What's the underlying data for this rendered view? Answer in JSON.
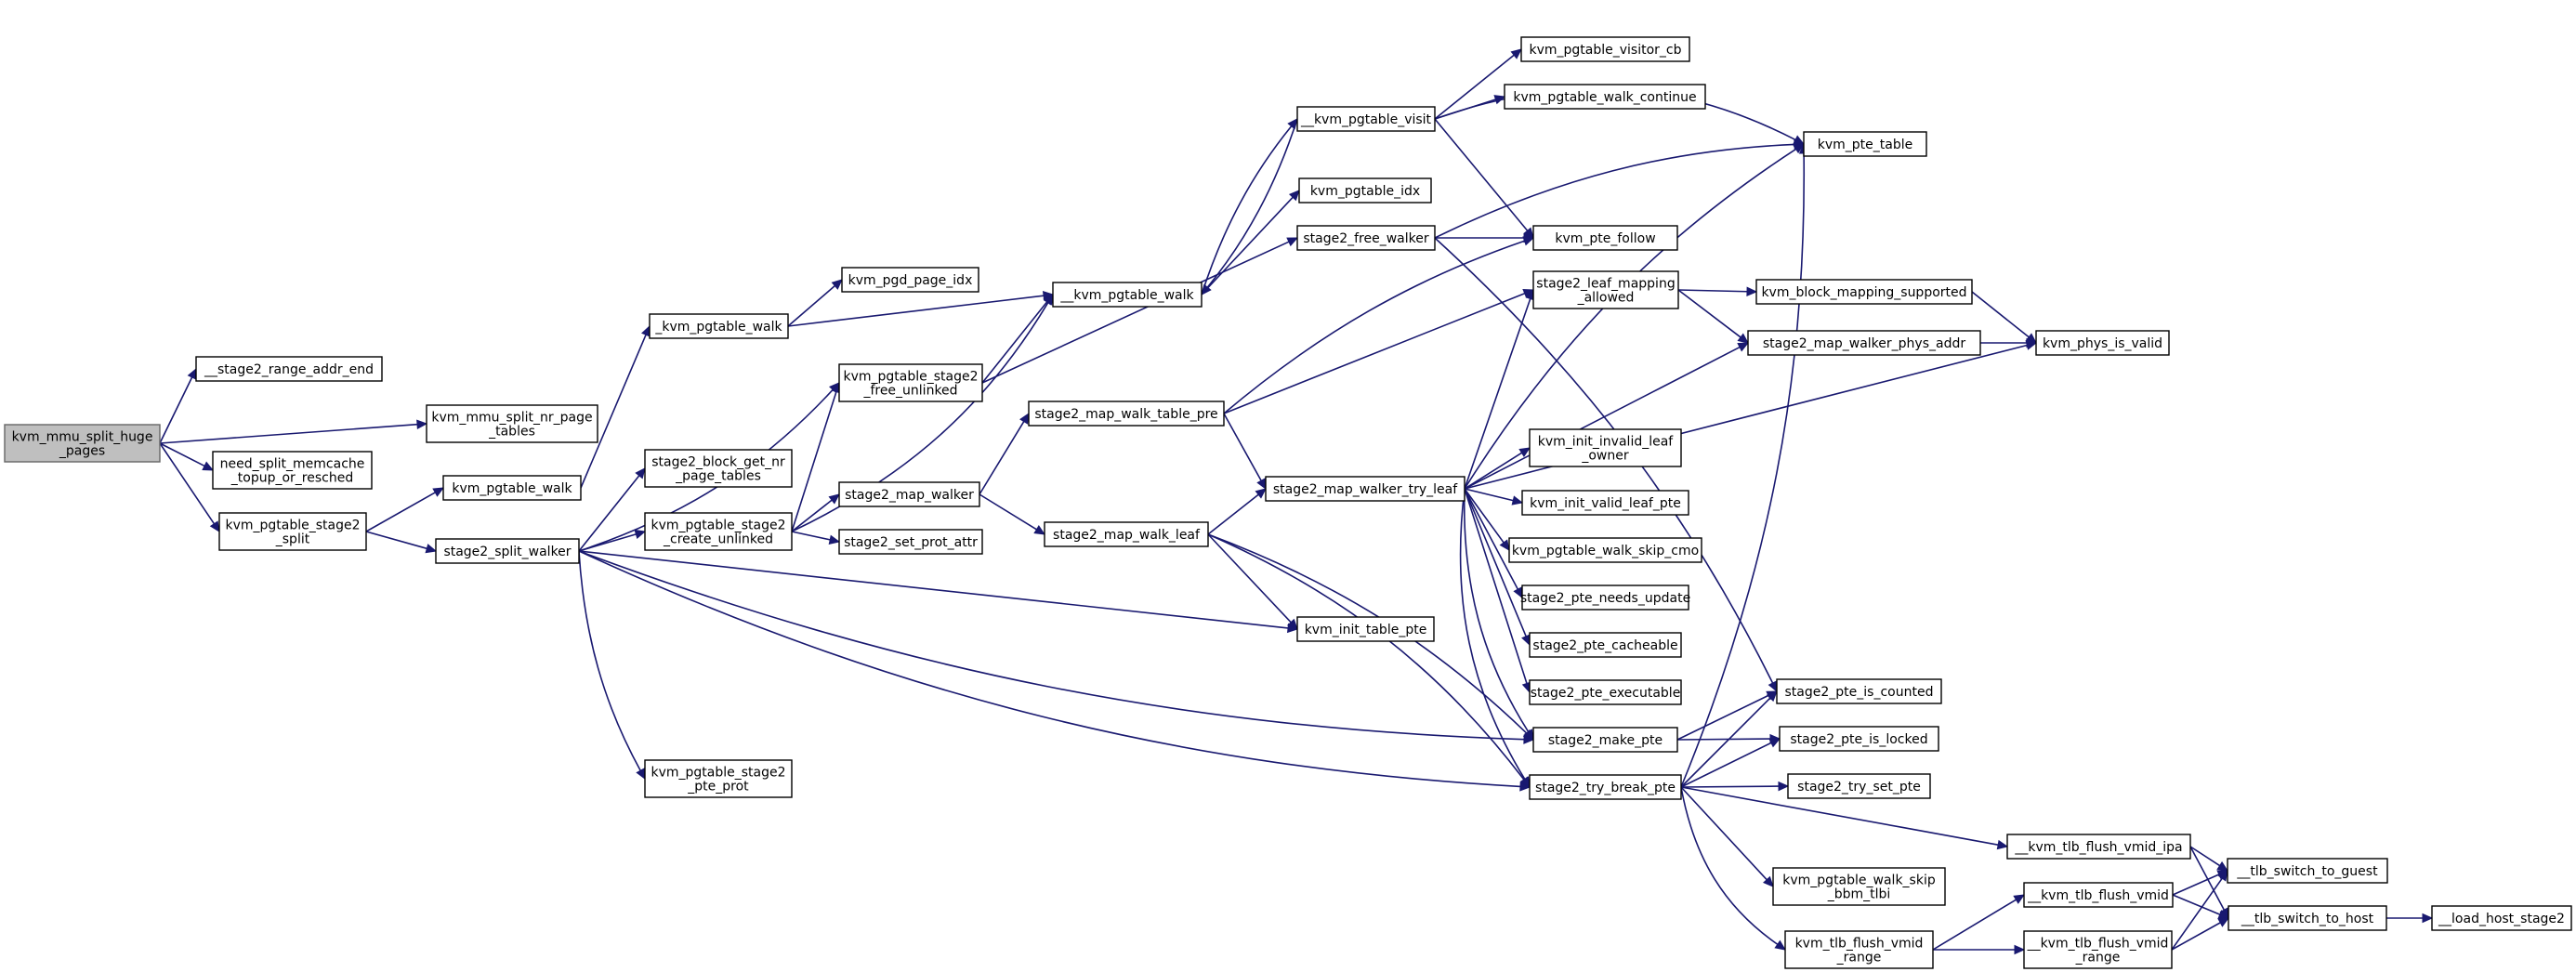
{
  "graph": {
    "edge_color": "#191970",
    "root_fill": "#bfbfbf",
    "nodes": [
      {
        "id": "root",
        "lines": [
          "kvm_mmu_split_huge",
          "_pages"
        ],
        "root": true
      },
      {
        "id": "stage2_range_addr_end",
        "lines": [
          "__stage2_range_addr_end"
        ]
      },
      {
        "id": "kvm_mmu_split_nr_page_tables",
        "lines": [
          "kvm_mmu_split_nr_page",
          "_tables"
        ]
      },
      {
        "id": "need_split_memcache",
        "lines": [
          "need_split_memcache",
          "_topup_or_resched"
        ]
      },
      {
        "id": "kvm_pgtable_stage2_split",
        "lines": [
          "kvm_pgtable_stage2",
          "_split"
        ]
      },
      {
        "id": "kvm_pgtable_walk",
        "lines": [
          "kvm_pgtable_walk"
        ]
      },
      {
        "id": "stage2_split_walker",
        "lines": [
          "stage2_split_walker"
        ]
      },
      {
        "id": "_kvm_pgtable_walk",
        "lines": [
          "_kvm_pgtable_walk"
        ]
      },
      {
        "id": "stage2_block_get_nr_page_tables",
        "lines": [
          "stage2_block_get_nr",
          "_page_tables"
        ]
      },
      {
        "id": "kvm_pgtable_stage2_create_unlinked",
        "lines": [
          "kvm_pgtable_stage2",
          "_create_unlinked"
        ]
      },
      {
        "id": "kvm_pgtable_stage2_pte_prot",
        "lines": [
          "kvm_pgtable_stage2",
          "_pte_prot"
        ]
      },
      {
        "id": "kvm_pgd_page_idx",
        "lines": [
          "kvm_pgd_page_idx"
        ]
      },
      {
        "id": "kvm_pgtable_stage2_free_unlinked",
        "lines": [
          "kvm_pgtable_stage2",
          "_free_unlinked"
        ]
      },
      {
        "id": "stage2_map_walker",
        "lines": [
          "stage2_map_walker"
        ]
      },
      {
        "id": "stage2_set_prot_attr",
        "lines": [
          "stage2_set_prot_attr"
        ]
      },
      {
        "id": "__kvm_pgtable_walk",
        "lines": [
          "__kvm_pgtable_walk"
        ]
      },
      {
        "id": "stage2_map_walk_table_pre",
        "lines": [
          "stage2_map_walk_table_pre"
        ]
      },
      {
        "id": "stage2_map_walk_leaf",
        "lines": [
          "stage2_map_walk_leaf"
        ]
      },
      {
        "id": "__kvm_pgtable_visit",
        "lines": [
          "__kvm_pgtable_visit"
        ]
      },
      {
        "id": "kvm_pgtable_idx",
        "lines": [
          "kvm_pgtable_idx"
        ]
      },
      {
        "id": "stage2_free_walker",
        "lines": [
          "stage2_free_walker"
        ]
      },
      {
        "id": "stage2_map_walker_try_leaf",
        "lines": [
          "stage2_map_walker_try_leaf"
        ]
      },
      {
        "id": "kvm_init_table_pte",
        "lines": [
          "kvm_init_table_pte"
        ]
      },
      {
        "id": "kvm_pgtable_visitor_cb",
        "lines": [
          "kvm_pgtable_visitor_cb"
        ]
      },
      {
        "id": "kvm_pgtable_walk_continue",
        "lines": [
          "kvm_pgtable_walk_continue"
        ]
      },
      {
        "id": "kvm_pte_table",
        "lines": [
          "kvm_pte_table"
        ]
      },
      {
        "id": "kvm_pte_follow",
        "lines": [
          "kvm_pte_follow"
        ]
      },
      {
        "id": "stage2_leaf_mapping_allowed",
        "lines": [
          "stage2_leaf_mapping",
          "_allowed"
        ]
      },
      {
        "id": "kvm_init_invalid_leaf_owner",
        "lines": [
          "kvm_init_invalid_leaf",
          "_owner"
        ]
      },
      {
        "id": "kvm_init_valid_leaf_pte",
        "lines": [
          "kvm_init_valid_leaf_pte"
        ]
      },
      {
        "id": "kvm_pgtable_walk_skip_cmo",
        "lines": [
          "kvm_pgtable_walk_skip_cmo"
        ]
      },
      {
        "id": "stage2_pte_needs_update",
        "lines": [
          "stage2_pte_needs_update"
        ]
      },
      {
        "id": "stage2_pte_cacheable",
        "lines": [
          "stage2_pte_cacheable"
        ]
      },
      {
        "id": "stage2_pte_executable",
        "lines": [
          "stage2_pte_executable"
        ]
      },
      {
        "id": "stage2_make_pte",
        "lines": [
          "stage2_make_pte"
        ]
      },
      {
        "id": "stage2_try_break_pte",
        "lines": [
          "stage2_try_break_pte"
        ]
      },
      {
        "id": "kvm_block_mapping_supported",
        "lines": [
          "kvm_block_mapping_supported"
        ]
      },
      {
        "id": "stage2_map_walker_phys_addr",
        "lines": [
          "stage2_map_walker_phys_addr"
        ]
      },
      {
        "id": "kvm_phys_is_valid",
        "lines": [
          "kvm_phys_is_valid"
        ]
      },
      {
        "id": "stage2_pte_is_counted",
        "lines": [
          "stage2_pte_is_counted"
        ]
      },
      {
        "id": "stage2_pte_is_locked",
        "lines": [
          "stage2_pte_is_locked"
        ]
      },
      {
        "id": "stage2_try_set_pte",
        "lines": [
          "stage2_try_set_pte"
        ]
      },
      {
        "id": "__kvm_tlb_flush_vmid_ipa",
        "lines": [
          "__kvm_tlb_flush_vmid_ipa"
        ]
      },
      {
        "id": "kvm_pgtable_walk_skip_bbm_tlbi",
        "lines": [
          "kvm_pgtable_walk_skip",
          "_bbm_tlbi"
        ]
      },
      {
        "id": "kvm_tlb_flush_vmid_range",
        "lines": [
          "kvm_tlb_flush_vmid",
          "_range"
        ]
      },
      {
        "id": "__kvm_tlb_flush_vmid",
        "lines": [
          "__kvm_tlb_flush_vmid"
        ]
      },
      {
        "id": "__kvm_tlb_flush_vmid_range",
        "lines": [
          "__kvm_tlb_flush_vmid",
          "_range"
        ]
      },
      {
        "id": "__tlb_switch_to_guest",
        "lines": [
          "__tlb_switch_to_guest"
        ]
      },
      {
        "id": "__tlb_switch_to_host",
        "lines": [
          "__tlb_switch_to_host"
        ]
      },
      {
        "id": "__load_host_stage2",
        "lines": [
          "__load_host_stage2"
        ]
      }
    ],
    "edges": [
      [
        "root",
        "stage2_range_addr_end"
      ],
      [
        "root",
        "kvm_mmu_split_nr_page_tables"
      ],
      [
        "root",
        "need_split_memcache"
      ],
      [
        "root",
        "kvm_pgtable_stage2_split"
      ],
      [
        "kvm_pgtable_stage2_split",
        "kvm_pgtable_walk"
      ],
      [
        "kvm_pgtable_stage2_split",
        "stage2_split_walker"
      ],
      [
        "kvm_pgtable_walk",
        "_kvm_pgtable_walk"
      ],
      [
        "_kvm_pgtable_walk",
        "kvm_pgd_page_idx"
      ],
      [
        "_kvm_pgtable_walk",
        "__kvm_pgtable_walk"
      ],
      [
        "stage2_split_walker",
        "stage2_block_get_nr_page_tables"
      ],
      [
        "stage2_split_walker",
        "kvm_pgtable_stage2_create_unlinked"
      ],
      [
        "stage2_split_walker",
        "kvm_pgtable_stage2_free_unlinked"
      ],
      [
        "stage2_split_walker",
        "kvm_pgtable_stage2_pte_prot"
      ],
      [
        "stage2_split_walker",
        "kvm_init_table_pte"
      ],
      [
        "stage2_split_walker",
        "stage2_make_pte"
      ],
      [
        "stage2_split_walker",
        "stage2_try_break_pte"
      ],
      [
        "kvm_pgtable_stage2_create_unlinked",
        "__kvm_pgtable_walk"
      ],
      [
        "kvm_pgtable_stage2_create_unlinked",
        "kvm_pgtable_stage2_free_unlinked"
      ],
      [
        "kvm_pgtable_stage2_create_unlinked",
        "stage2_map_walker"
      ],
      [
        "kvm_pgtable_stage2_create_unlinked",
        "stage2_set_prot_attr"
      ],
      [
        "kvm_pgtable_stage2_free_unlinked",
        "__kvm_pgtable_walk"
      ],
      [
        "kvm_pgtable_stage2_free_unlinked",
        "stage2_free_walker"
      ],
      [
        "stage2_map_walker",
        "stage2_map_walk_table_pre"
      ],
      [
        "stage2_map_walker",
        "stage2_map_walk_leaf"
      ],
      [
        "__kvm_pgtable_walk",
        "__kvm_pgtable_visit"
      ],
      [
        "__kvm_pgtable_walk",
        "kvm_pgtable_idx"
      ],
      [
        "__kvm_pgtable_visit",
        "__kvm_pgtable_walk"
      ],
      [
        "__kvm_pgtable_visit",
        "kvm_pgtable_visitor_cb"
      ],
      [
        "__kvm_pgtable_visit",
        "kvm_pgtable_walk_continue"
      ],
      [
        "__kvm_pgtable_visit",
        "kvm_pte_table"
      ],
      [
        "__kvm_pgtable_visit",
        "kvm_pte_follow"
      ],
      [
        "stage2_free_walker",
        "kvm_pte_table"
      ],
      [
        "stage2_free_walker",
        "kvm_pte_follow"
      ],
      [
        "stage2_free_walker",
        "stage2_pte_is_counted"
      ],
      [
        "stage2_map_walk_table_pre",
        "kvm_pte_follow"
      ],
      [
        "stage2_map_walk_table_pre",
        "stage2_leaf_mapping_allowed"
      ],
      [
        "stage2_map_walk_table_pre",
        "stage2_map_walker_try_leaf"
      ],
      [
        "stage2_map_walk_leaf",
        "stage2_map_walker_try_leaf"
      ],
      [
        "stage2_map_walk_leaf",
        "kvm_init_table_pte"
      ],
      [
        "stage2_map_walk_leaf",
        "stage2_make_pte"
      ],
      [
        "stage2_map_walk_leaf",
        "stage2_try_break_pte"
      ],
      [
        "stage2_map_walker_try_leaf",
        "kvm_pte_table"
      ],
      [
        "stage2_map_walker_try_leaf",
        "stage2_leaf_mapping_allowed"
      ],
      [
        "stage2_map_walker_try_leaf",
        "stage2_map_walker_phys_addr"
      ],
      [
        "stage2_map_walker_try_leaf",
        "kvm_phys_is_valid"
      ],
      [
        "stage2_map_walker_try_leaf",
        "kvm_init_invalid_leaf_owner"
      ],
      [
        "stage2_map_walker_try_leaf",
        "kvm_init_valid_leaf_pte"
      ],
      [
        "stage2_map_walker_try_leaf",
        "kvm_pgtable_walk_skip_cmo"
      ],
      [
        "stage2_map_walker_try_leaf",
        "stage2_pte_needs_update"
      ],
      [
        "stage2_map_walker_try_leaf",
        "stage2_pte_cacheable"
      ],
      [
        "stage2_map_walker_try_leaf",
        "stage2_pte_executable"
      ],
      [
        "stage2_map_walker_try_leaf",
        "stage2_make_pte"
      ],
      [
        "stage2_map_walker_try_leaf",
        "stage2_try_break_pte"
      ],
      [
        "stage2_leaf_mapping_allowed",
        "kvm_block_mapping_supported"
      ],
      [
        "stage2_leaf_mapping_allowed",
        "stage2_map_walker_phys_addr"
      ],
      [
        "kvm_block_mapping_supported",
        "kvm_phys_is_valid"
      ],
      [
        "stage2_map_walker_phys_addr",
        "kvm_phys_is_valid"
      ],
      [
        "stage2_make_pte",
        "stage2_pte_is_counted"
      ],
      [
        "stage2_make_pte",
        "stage2_pte_is_locked"
      ],
      [
        "stage2_try_break_pte",
        "kvm_pte_table"
      ],
      [
        "stage2_try_break_pte",
        "stage2_pte_is_counted"
      ],
      [
        "stage2_try_break_pte",
        "stage2_pte_is_locked"
      ],
      [
        "stage2_try_break_pte",
        "stage2_try_set_pte"
      ],
      [
        "stage2_try_break_pte",
        "__kvm_tlb_flush_vmid_ipa"
      ],
      [
        "stage2_try_break_pte",
        "kvm_pgtable_walk_skip_bbm_tlbi"
      ],
      [
        "stage2_try_break_pte",
        "kvm_tlb_flush_vmid_range"
      ],
      [
        "__kvm_tlb_flush_vmid_ipa",
        "__tlb_switch_to_guest"
      ],
      [
        "__kvm_tlb_flush_vmid_ipa",
        "__tlb_switch_to_host"
      ],
      [
        "kvm_tlb_flush_vmid_range",
        "__kvm_tlb_flush_vmid"
      ],
      [
        "kvm_tlb_flush_vmid_range",
        "__kvm_tlb_flush_vmid_range"
      ],
      [
        "__kvm_tlb_flush_vmid",
        "__tlb_switch_to_guest"
      ],
      [
        "__kvm_tlb_flush_vmid",
        "__tlb_switch_to_host"
      ],
      [
        "__kvm_tlb_flush_vmid_range",
        "__tlb_switch_to_guest"
      ],
      [
        "__kvm_tlb_flush_vmid_range",
        "__tlb_switch_to_host"
      ],
      [
        "__tlb_switch_to_host",
        "__load_host_stage2"
      ]
    ]
  }
}
